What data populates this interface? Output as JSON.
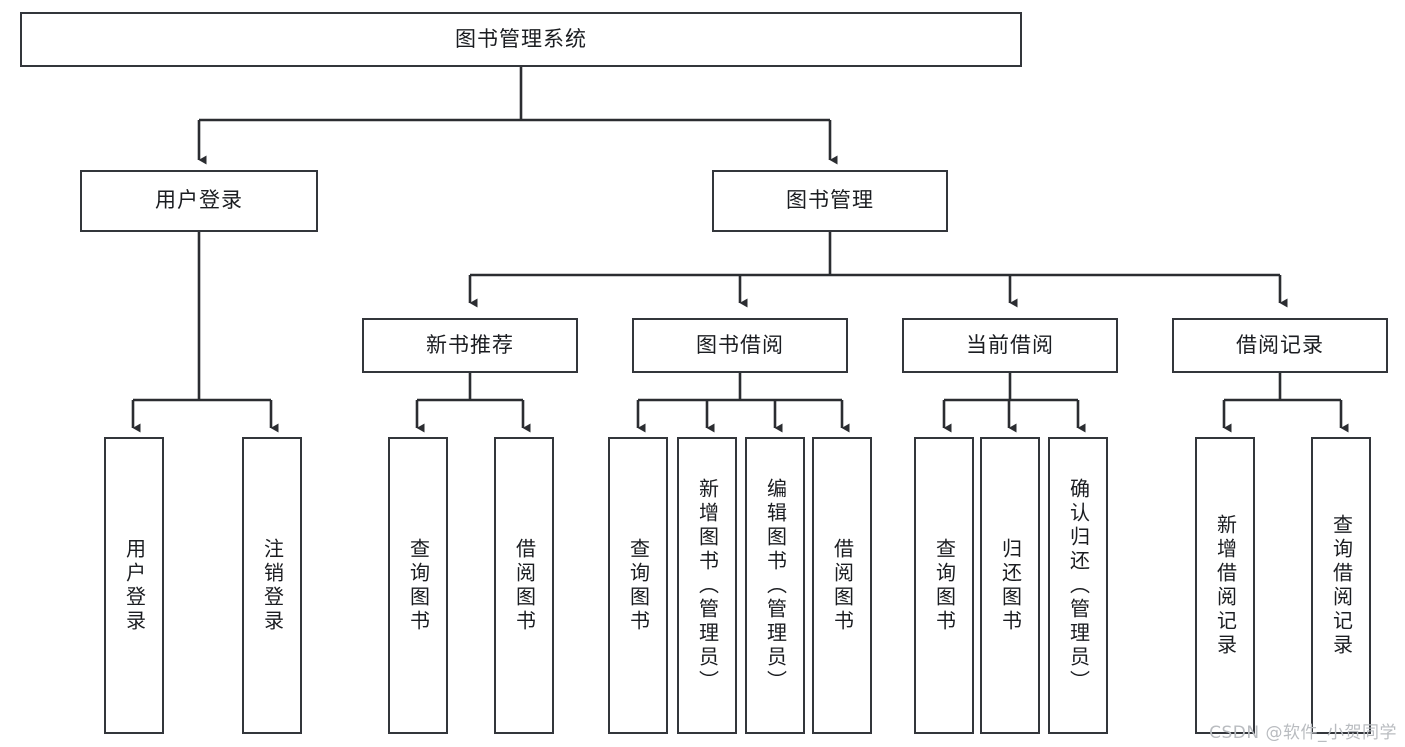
{
  "diagram": {
    "title": "图书管理系统",
    "type": "hierarchy-tree",
    "colors": {
      "node_border": "#33363b",
      "node_fill": "#ffffff",
      "connector": "#2b2d31",
      "background": "#ffffff",
      "watermark": "#b9bcc0"
    },
    "root": {
      "label": "图书管理系统"
    },
    "level1": [
      {
        "label": "用户登录"
      },
      {
        "label": "图书管理"
      }
    ],
    "level2": [
      {
        "label": "新书推荐"
      },
      {
        "label": "图书借阅"
      },
      {
        "label": "当前借阅"
      },
      {
        "label": "借阅记录"
      }
    ],
    "leaves": {
      "user_login": [
        {
          "label": "用户登录"
        },
        {
          "label": "注销登录"
        }
      ],
      "new_book_recommend": [
        {
          "label": "查询图书"
        },
        {
          "label": "借阅图书"
        }
      ],
      "book_borrow": [
        {
          "label": "查询图书"
        },
        {
          "label": "新增图书（管理员）"
        },
        {
          "label": "编辑图书（管理员）"
        },
        {
          "label": "借阅图书"
        }
      ],
      "current_borrow": [
        {
          "label": "查询图书"
        },
        {
          "label": "归还图书"
        },
        {
          "label": "确认归还（管理员）"
        }
      ],
      "borrow_record": [
        {
          "label": "新增借阅记录"
        },
        {
          "label": "查询借阅记录"
        }
      ]
    }
  },
  "watermark": {
    "text": "CSDN @软件_小贺同学"
  }
}
